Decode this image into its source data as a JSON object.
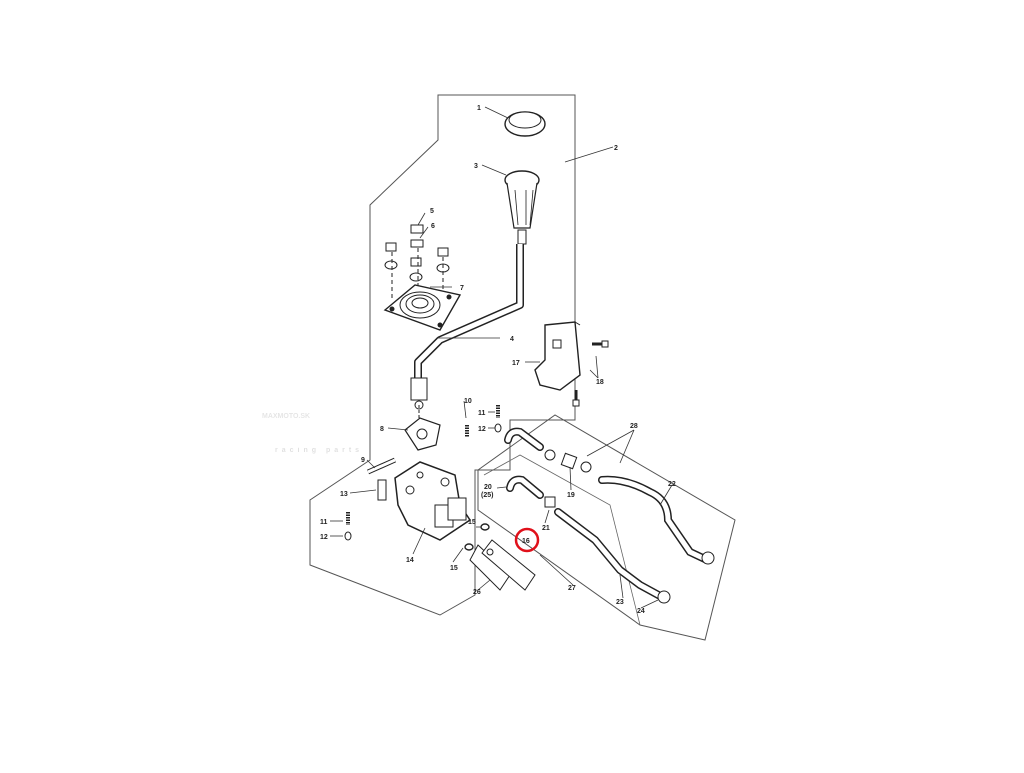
{
  "watermark": {
    "brand": "MAXMOTO.SK",
    "tagline": "racing parts"
  },
  "highlight": {
    "part": "16",
    "color": "#e0101a"
  },
  "parts": {
    "p1": "1",
    "p2": "2",
    "p3": "3",
    "p4": "4",
    "p5": "5",
    "p6": "6",
    "p7": "7",
    "p8": "8",
    "p9": "9",
    "p10": "10",
    "p11a": "11",
    "p12a": "12",
    "p11b": "11",
    "p12b": "12",
    "p13": "13",
    "p14": "14",
    "p15a": "15",
    "p15b": "15",
    "p16": "16",
    "p17": "17",
    "p18": "18",
    "p19": "19",
    "p20": "20",
    "p25": "(25)",
    "p21": "21",
    "p22": "22",
    "p23": "23",
    "p24": "24",
    "p26": "26",
    "p27": "27",
    "p28": "28"
  },
  "colors": {
    "line": "#222222",
    "frame": "#555555"
  }
}
